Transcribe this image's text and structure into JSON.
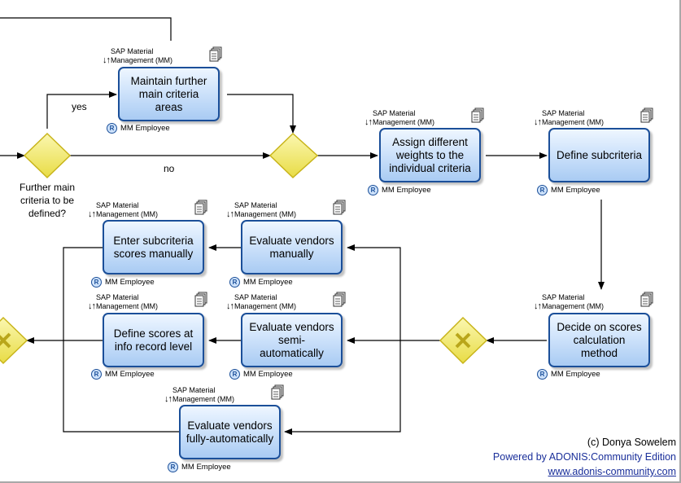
{
  "tasks": [
    {
      "id": "t1",
      "label": "Maintain further\nmain criteria areas"
    },
    {
      "id": "t2",
      "label": "Assign different\nweights to the\nindividual criteria"
    },
    {
      "id": "t3",
      "label": "Define subcriteria"
    },
    {
      "id": "t4",
      "label": "Enter subcriteria\nscores manually"
    },
    {
      "id": "t5",
      "label": "Evaluate vendors\nmanually"
    },
    {
      "id": "t6",
      "label": "Define scores at\ninfo record level"
    },
    {
      "id": "t7",
      "label": "Evaluate vendors\nsemi-automatically"
    },
    {
      "id": "t8",
      "label": "Decide on scores\ncalculation method"
    },
    {
      "id": "t9",
      "label": "Evaluate vendors\nfully-automatically"
    }
  ],
  "system_line1": "SAP Material",
  "system_line2": "Management (MM)",
  "system_arrows": "↓↑",
  "role_badge": "R",
  "role_label": "MM Employee",
  "decision_label": "Further main\ncriteria to be\ndefined?",
  "edge_yes": "yes",
  "edge_no": "no",
  "footer": {
    "copyright": "(c) Donya Sowelem",
    "powered": "Powered by ADONIS:Community Edition",
    "url": "www.adonis-community.com"
  },
  "colors": {
    "task_border": "#1b4f99",
    "gateway_fill": "#f3ee7a",
    "gateway_border": "#c8b41a",
    "link": "#1a2f9a"
  }
}
